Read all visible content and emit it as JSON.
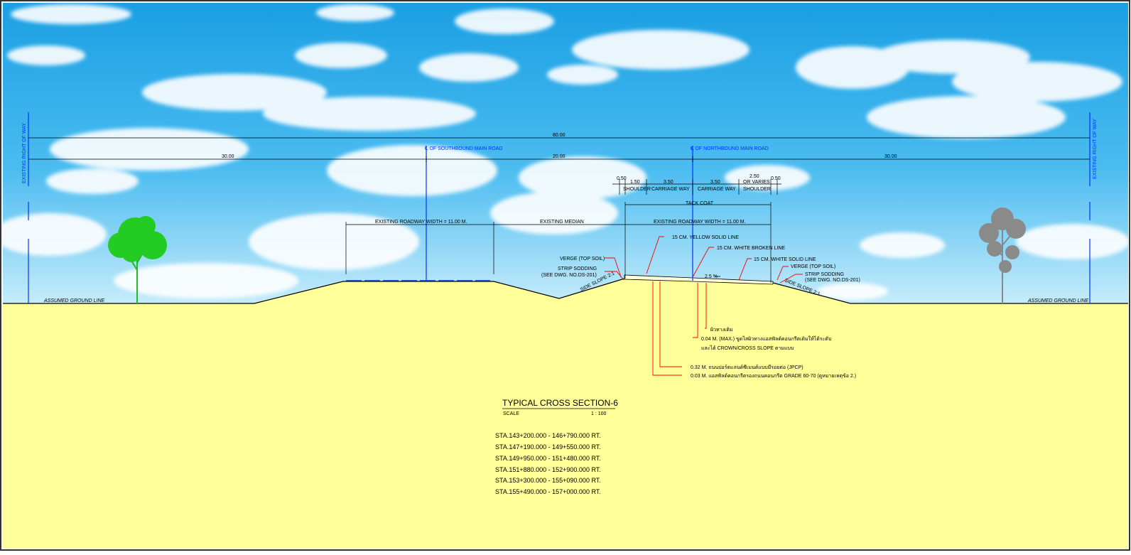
{
  "colors": {
    "sky_top": "#1ea9e8",
    "sky_bottom": "#bfe8fa",
    "ground": "#ffff99",
    "centerline": "#0033ff",
    "leader": "#ff0000",
    "tree_green": "#22cc22",
    "tree_gray": "#888888"
  },
  "icons": {
    "left_tree": "tree-icon",
    "right_tree": "tree-icon",
    "clouds": "cloud-icon"
  },
  "row_left": "EXISTING RIGHT OF WAY",
  "row_right": "EXISTING RIGHT OF WAY",
  "cl_south": "℄ OF SOUTHBOUND MAIN ROAD",
  "cl_north": "℄ OF NORTHBOUND MAIN ROAD",
  "dims": {
    "total": "80.00",
    "left": "30.00",
    "median": "20.00",
    "right": "30.00",
    "sh_in_w": "0.50",
    "sh_in": "1.50",
    "cw1": "3.50",
    "cw2": "3.50",
    "sh_out": "2.50",
    "or_varies": "OR VARIES",
    "sh_out_w": "0.50"
  },
  "labels": {
    "shoulder": "SHOULDER",
    "carriage_way": "CARRIAGE WAY",
    "tack_coat": "TACK COAT",
    "exist_rw_left": "EXISTING ROADWAY WIDTH = 11.00 M.",
    "exist_median": "EXISTING MEDIAN",
    "exist_rw_right": "EXISTING ROADWAY WIDTH = 11.00 M.",
    "yellow_line": "15 CM. YELLOW SOLID LINE",
    "white_broken": "15 CM. WHITE BROKEN LINE",
    "white_solid": "15 CM. WHITE SOLID LINE",
    "verge_l": "VERGE (TOP SOIL)",
    "strip_l1": "STRIP SODDING",
    "strip_l2": "(SEE DWG. NO.DS-201)",
    "verge_r": "VERGE (TOP SOIL)",
    "strip_r1": "STRIP SODDING",
    "strip_r2": "(SEE DWG. NO.DS-201)",
    "side_slope_l": "SIDE SLOPE 2:1",
    "side_slope_r": "SIDE SLOPE 2:1",
    "cross_slope": "2.5 %",
    "ground_l": "ASSUMED GROUND LINE",
    "ground_r": "ASSUMED GROUND LINE",
    "existing_surface": "ผิวทางเดิม",
    "note1a": "0.04 M. (MAX.) ขูดไสผิวทางแอสฟัลต์คอนกรีตเดิมให้ได้ระดับ",
    "note1b": "และได้ CROWN/CROSS SLOPE ตามแบบ",
    "note2": "0.32 M. ถนนปอร์ตแลนด์ซีเมนต์แบบมีรอยต่อ (JPCP)",
    "note3": "0.03 M. แอสฟัลต์คอนกรีตรองถนนคอนกรีต GRADE 60-70 (ดูหมายเหตุข้อ 2.)"
  },
  "title": {
    "main": "TYPICAL CROSS SECTION-6",
    "scale_label": "SCALE",
    "scale": "1 : 100"
  },
  "stations": [
    "STA.143+200.000  -  146+790.000  RT.",
    "STA.147+190.000  -  149+550.000  RT.",
    "STA.149+950.000  -  151+480.000  RT.",
    "STA.151+880.000  -  152+900.000  RT.",
    "STA.153+300.000  -  155+090.000  RT.",
    "STA.155+490.000  -  157+000.000  RT."
  ]
}
